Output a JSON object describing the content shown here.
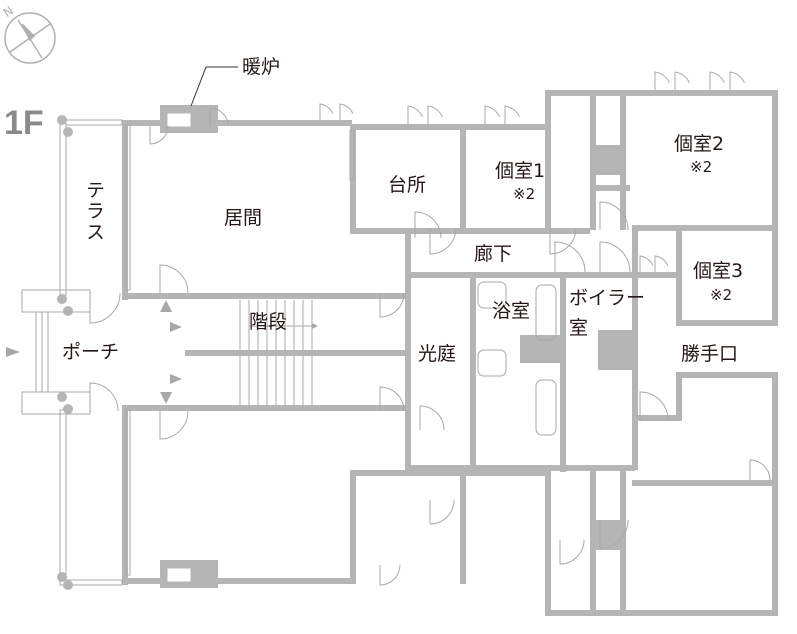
{
  "floor_label": "1F",
  "compass": {
    "north_label": "N"
  },
  "callout": {
    "fireplace": "暖炉"
  },
  "rooms": {
    "terrace": "テラス",
    "living": "居間",
    "kitchen": "台所",
    "room1": "個室1",
    "room1_note": "※2",
    "room2": "個室2",
    "room2_note": "※2",
    "room3": "個室3",
    "room3_note": "※2",
    "corridor": "廊下",
    "bathroom": "浴室",
    "boiler_line1": "ボイラー",
    "boiler_line2": "室",
    "lightwell": "光庭",
    "service_entrance": "勝手口",
    "stairs": "階段",
    "porch": "ポーチ"
  },
  "colors": {
    "wall": "#b5b5b5",
    "line": "#a8a8a8",
    "text": "#231815",
    "floor_label": "#8a8a8a"
  }
}
